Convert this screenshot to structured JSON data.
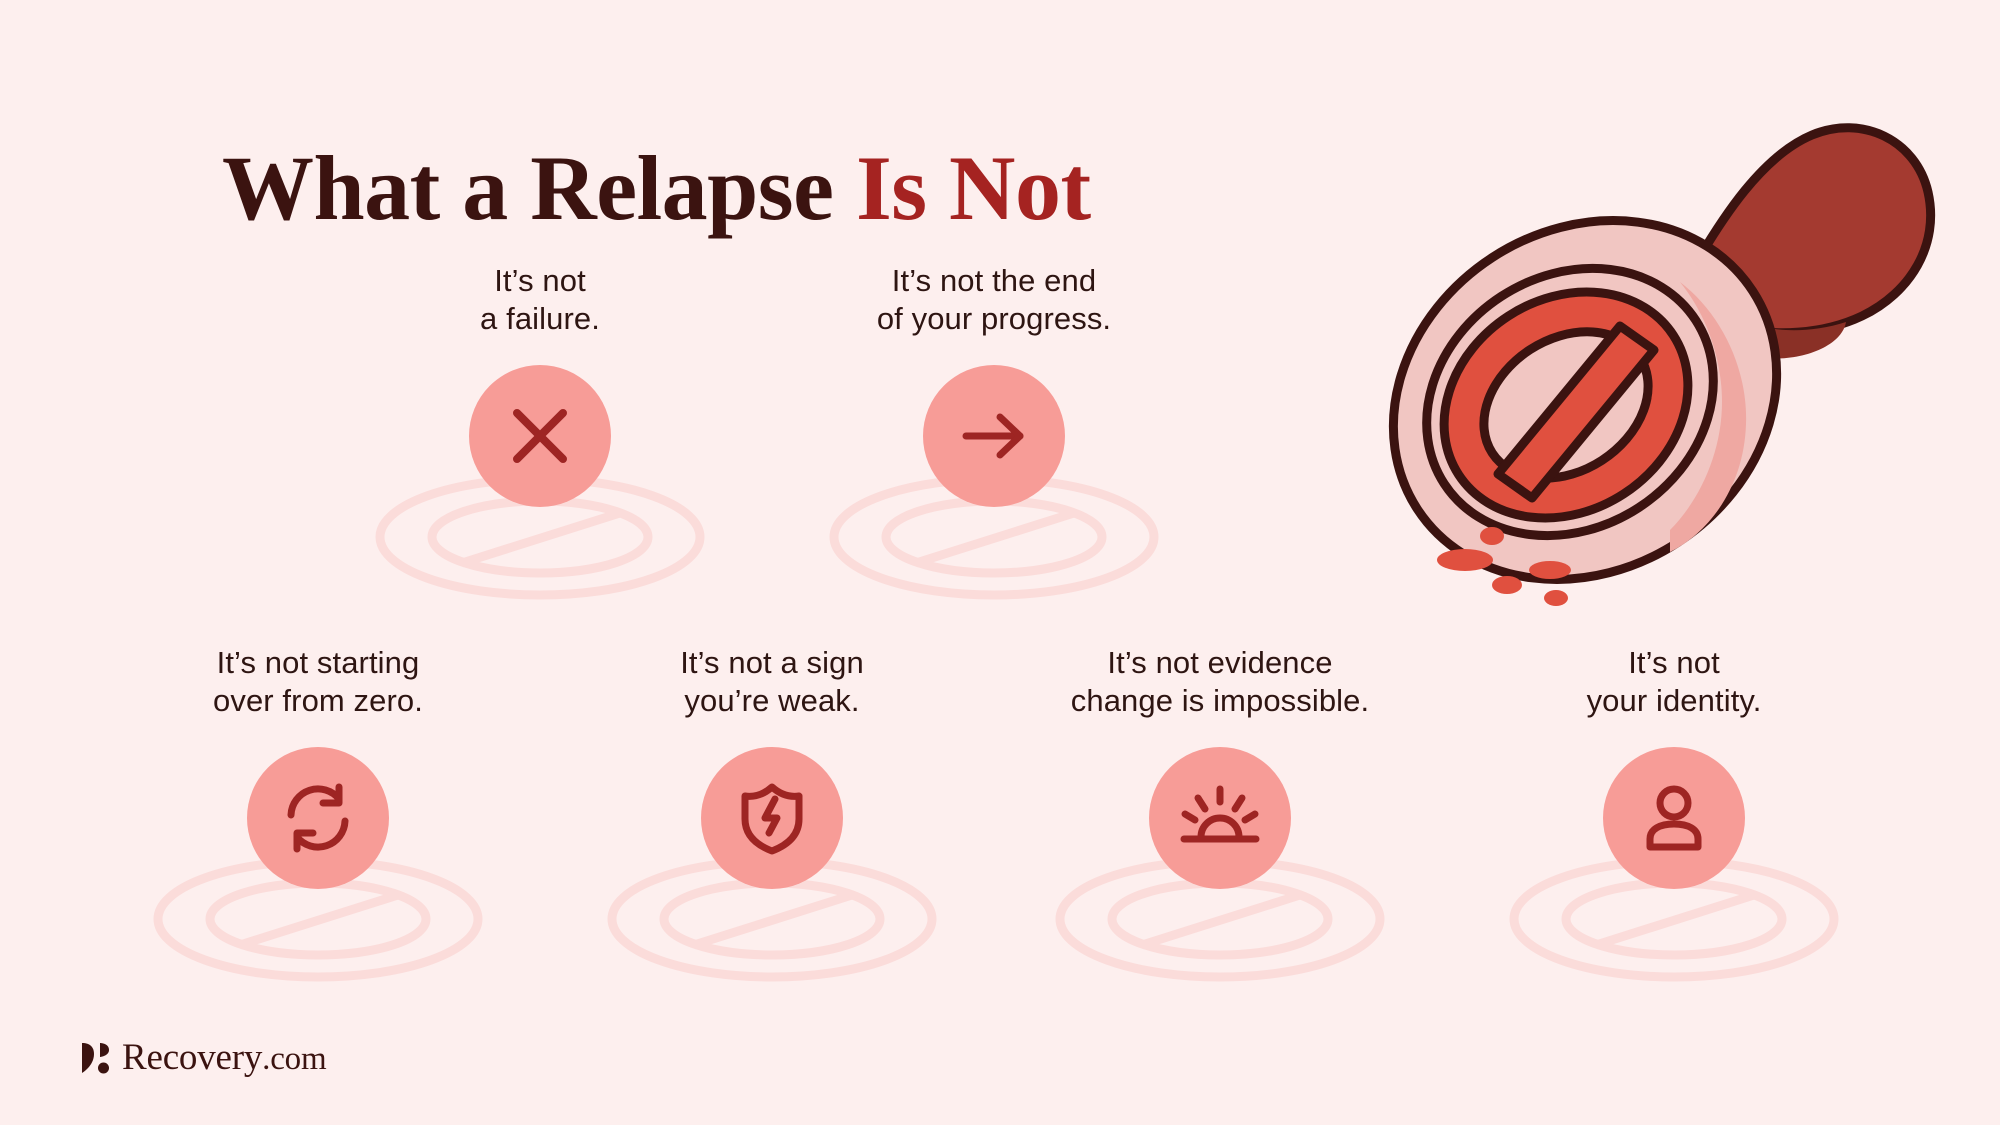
{
  "page": {
    "background_color": "#FDEFEE",
    "title_main": "What a Relapse ",
    "title_accent": "Is Not",
    "title_color": "#3B1310",
    "accent_color": "#A52321",
    "icon_circle_color": "#F79C97",
    "icon_glyph_color": "#9E2523"
  },
  "cards": [
    {
      "id": "not-a-failure",
      "label": "It’s not\na failure.",
      "icon": "close-x-icon"
    },
    {
      "id": "not-the-end-of-progress",
      "label": "It’s not the end\nof your progress.",
      "icon": "arrow-right-icon"
    },
    {
      "id": "not-starting-over",
      "label": "It’s not starting\nover from zero.",
      "icon": "refresh-cycle-icon"
    },
    {
      "id": "not-a-sign-of-weakness",
      "label": "It’s not a sign\nyou’re weak.",
      "icon": "shield-bolt-icon"
    },
    {
      "id": "not-evidence-change-impossible",
      "label": "It’s not evidence\nchange is impossible.",
      "icon": "sunrise-icon"
    },
    {
      "id": "not-your-identity",
      "label": "It’s not\nyour identity.",
      "icon": "person-icon"
    }
  ],
  "illustration": {
    "name": "rubber-stamp-prohibited",
    "handle_color": "#A43A30",
    "handle_shadow_color": "#8A3026",
    "body_color": "#F1C6C2",
    "body_shadow_color": "#EFA8A2",
    "face_color": "#E0503F",
    "outline_color": "#3B1310",
    "ink_drop_color": "#E0503F"
  },
  "logo": {
    "name": "Recovery.com",
    "brand": "Recovery",
    "tld": ".com",
    "color": "#3B1310"
  }
}
